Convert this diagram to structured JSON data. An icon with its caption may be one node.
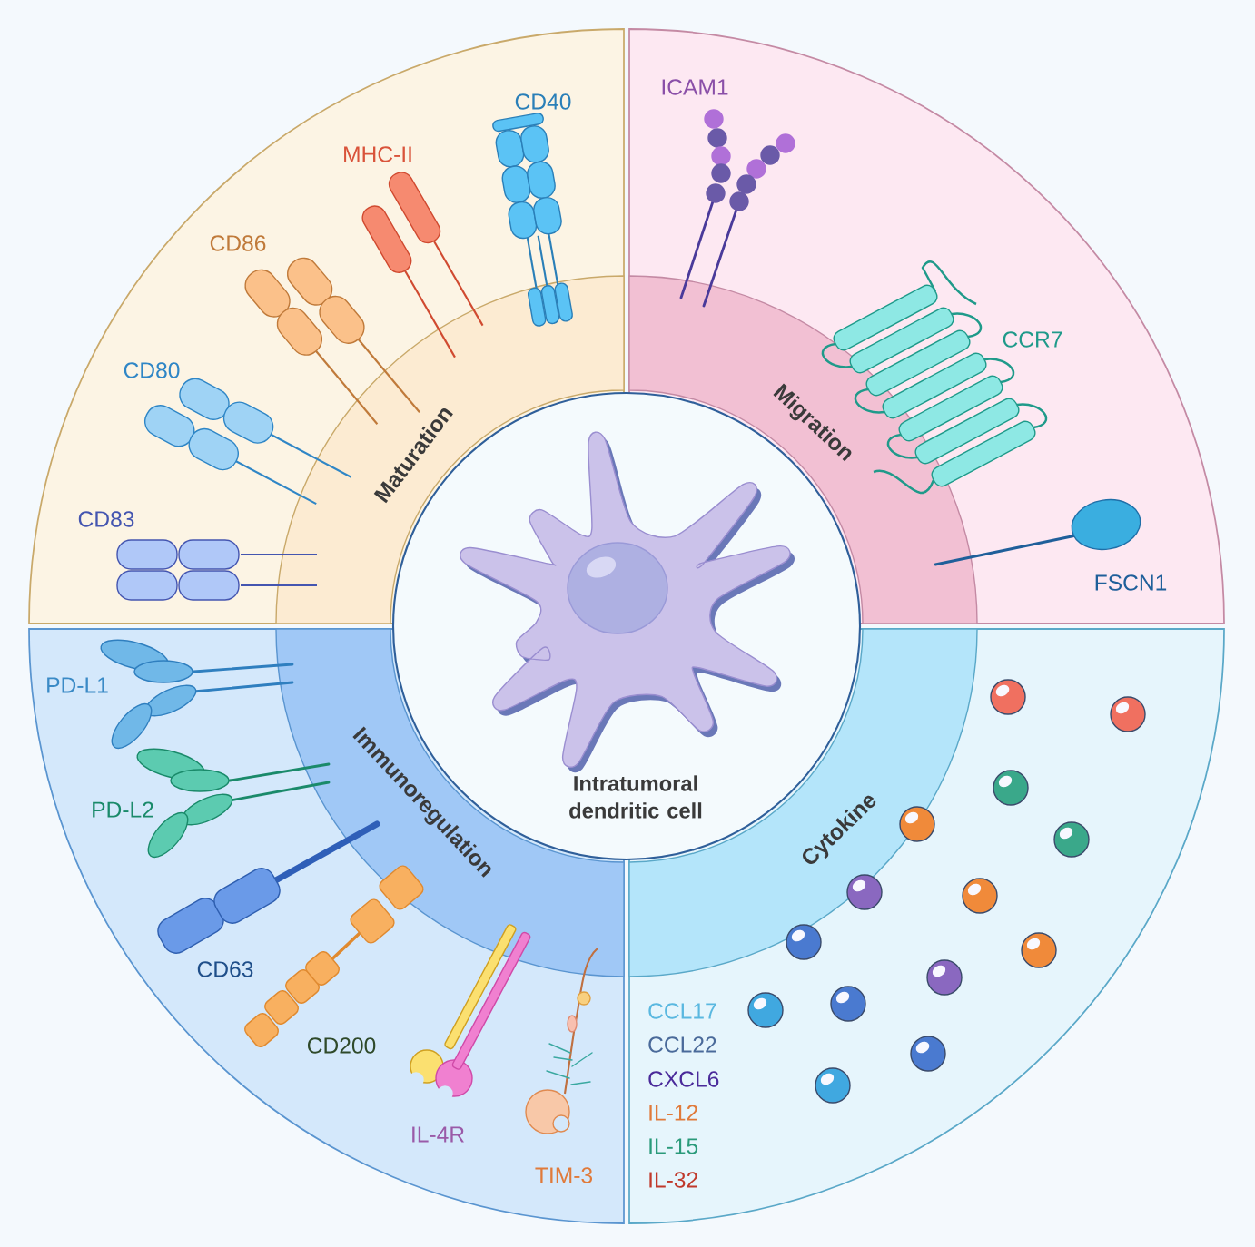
{
  "diagram": {
    "nodes": [
      {
        "text": [
          "Maturation"
        ]
      },
      {
        "text": [
          "Migration"
        ]
      },
      {
        "text": [
          "Immunoregulation"
        ]
      },
      {
        "text": [
          "Cytokine"
        ]
      },
      {
        "text": [
          "Intratumoral dendritic cell"
        ]
      }
    ],
    "labels": [
      "CD40",
      "MHC-II",
      "CD86",
      "CD80",
      "CD83",
      "ICAM1",
      "CCR7",
      "FSCN1",
      "PD-L1",
      "PD-L2",
      "CD63",
      "CD200",
      "IL-4R",
      "TIM-3",
      "CCL17",
      "CCL22",
      "CXCL6",
      "IL-12",
      "IL-15",
      "IL-32"
    ]
  }
}
